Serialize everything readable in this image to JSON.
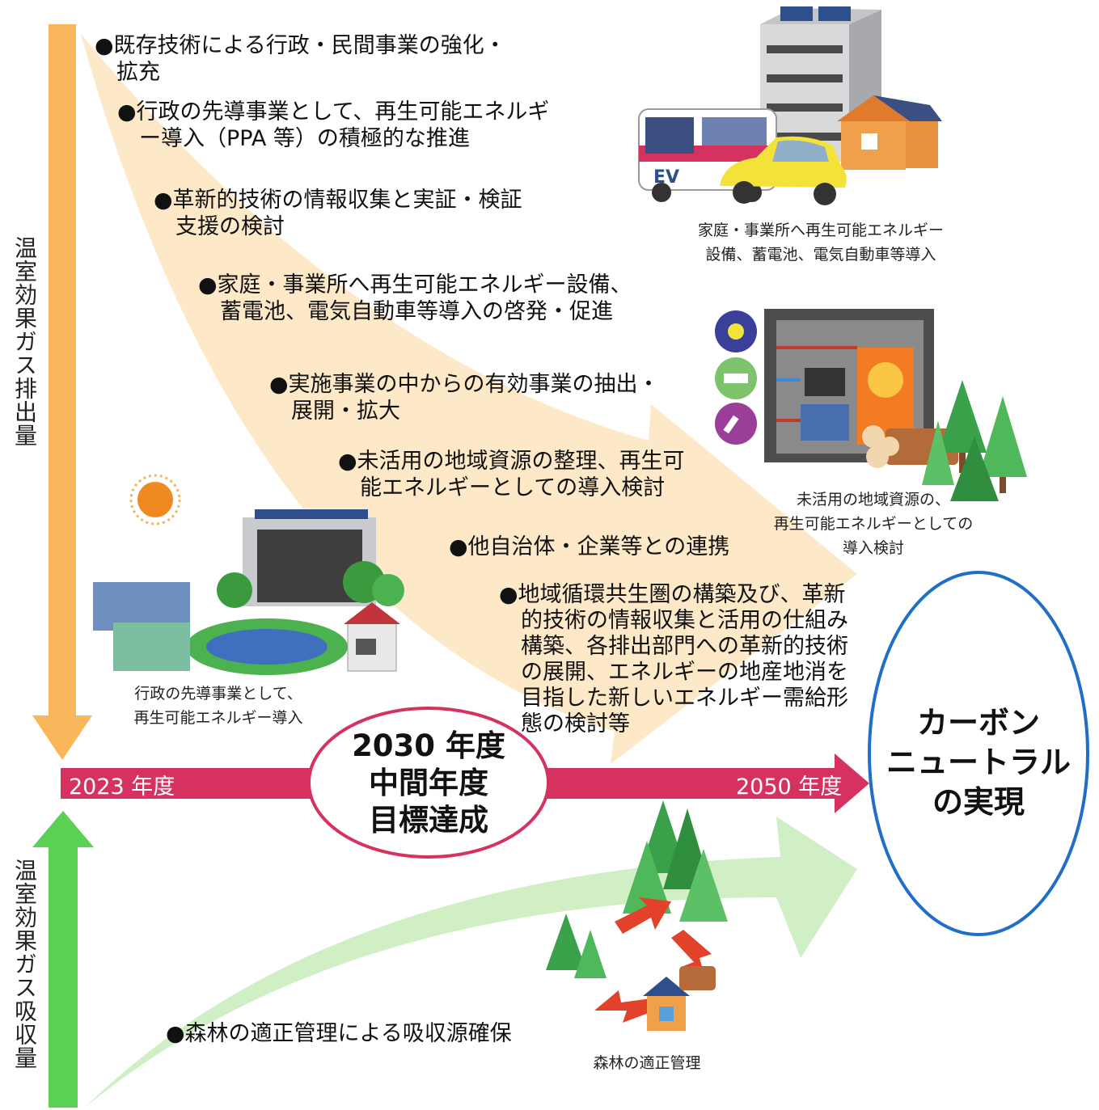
{
  "left_axis": {
    "emission_label": "温室効果ガス排出量",
    "absorption_label": "温室効果ガス吸収量",
    "emission_color": "#f9b65a",
    "absorption_color": "#5ad155"
  },
  "timeline": {
    "start_label": "2023 年度",
    "end_label": "2050 年度",
    "color": "#d5325f",
    "milestone": "2030 年度\n中間年度\n目標達成"
  },
  "goal": {
    "label": "カーボン\nニュートラル\nの実現",
    "border_color": "#1f6fc9"
  },
  "bullets": [
    {
      "text": "●既存技術による行政・民間事業の強化・\n　拡充"
    },
    {
      "text": "●行政の先導事業として、再生可能エネルギ\n　ー導入（PPA 等）の積極的な推進"
    },
    {
      "text": "●革新的技術の情報収集と実証・検証\n　支援の検討"
    },
    {
      "text": "●家庭・事業所へ再生可能エネルギー設備、\n　蓄電池、電気自動車等導入の啓発・促進"
    },
    {
      "text": "●実施事業の中からの有効事業の抽出・\n　展開・拡大"
    },
    {
      "text": "●未活用の地域資源の整理、再生可\n　能エネルギーとしての導入検討"
    },
    {
      "text": "●他自治体・企業等との連携"
    },
    {
      "text": "●地域循環共生圏の構築及び、革新\n　的技術の情報収集と活用の仕組み\n　構築、各排出部門への革新的技術\n　の展開、エネルギーの地産地消を\n　目指した新しいエネルギー需給形\n　態の検討等"
    },
    {
      "text": "●森林の適正管理による吸収源確保"
    }
  ],
  "captions": {
    "household": "家庭・事業所へ再生可能エネルギー\n設備、蓄電池、電気自動車等導入",
    "local_resources": "未活用の地域資源の、\n再生可能エネルギーとしての\n導入検討",
    "government": "行政の先導事業として、\n再生可能エネルギー導入",
    "forest": "森林の適正管理"
  },
  "icons": {
    "bus": "ev-bus-icon",
    "car": "ev-car-icon",
    "building": "solar-office-building-icon",
    "house": "solar-house-icon",
    "biomass": "biomass-plant-icon",
    "forest": "forest-cycle-icon",
    "sun": "sun-icon",
    "city_hall": "city-hall-icon"
  }
}
